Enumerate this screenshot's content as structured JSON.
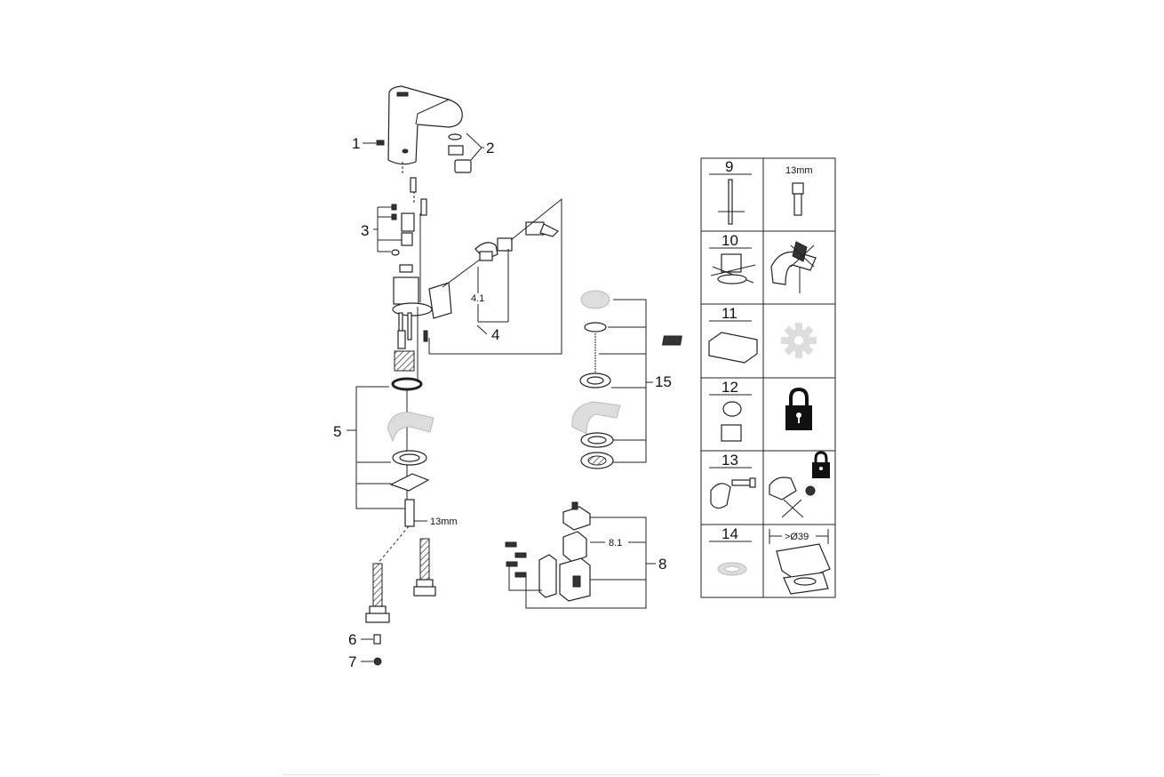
{
  "callouts": {
    "c1": "1",
    "c2": "2",
    "c3": "3",
    "c4": "4",
    "c4_1": "4.1",
    "c5": "5",
    "c6": "6",
    "c7": "7",
    "c8": "8",
    "c8_1": "8.1",
    "c15": "15",
    "wrench_size": "13mm"
  },
  "accessory_table": {
    "rows": [
      {
        "number": "9",
        "note": "13mm"
      },
      {
        "number": "10",
        "note": ""
      },
      {
        "number": "11",
        "note": ""
      },
      {
        "number": "12",
        "note": ""
      },
      {
        "number": "13",
        "note": ""
      },
      {
        "number": "14",
        "note": ">Ø39"
      }
    ]
  },
  "icons": [
    "padlock-icon",
    "gear-icon"
  ]
}
